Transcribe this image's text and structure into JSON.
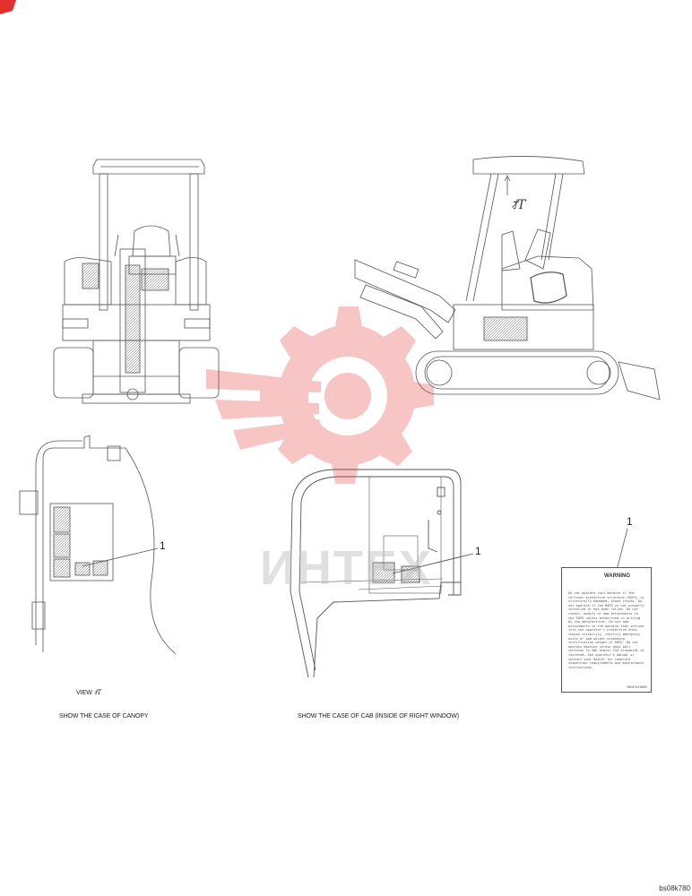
{
  "views": {
    "canopy_caption": "SHOW THE CASE OF CANOPY",
    "cab_caption": "SHOW THE CASE OF CAB (INSIDE OF RIGHT WINDOW)",
    "view_label": "VIEW",
    "view_symbol": "ｵT",
    "arrow_symbol": "ｵT"
  },
  "callouts": {
    "canopy": "1",
    "cab": "1",
    "label": "1"
  },
  "warning_label": {
    "heading": "WARNING",
    "body": "Do not operate this machine if the rollover protective structure (ROPS) is structurally damaged, stops cracks. Do not operate if the ROPS is not properly installed or has been rolled. Do not repair, modify or add attachments to the ROPS unless authorized in writing by the manufacturer. Do not add attachments to the machine that intrude into the operator's protective area, reduce visibility, restrict emergency exits or add weight exceeding certification weight of ROPS. Do not operate machine unless seat belt conforms to SAE and/or ISO standards is fastened. See operator's manual or contact your dealer for complete inspection requirements and maintenance instructions.",
    "code": "YN20T01006P"
  },
  "watermark": {
    "text": "ИНТЕХ"
  },
  "document_id": "bs08k780",
  "colors": {
    "line": "#555555",
    "watermark_red": "#e0312f",
    "watermark_gray": "#bbbbbb"
  }
}
